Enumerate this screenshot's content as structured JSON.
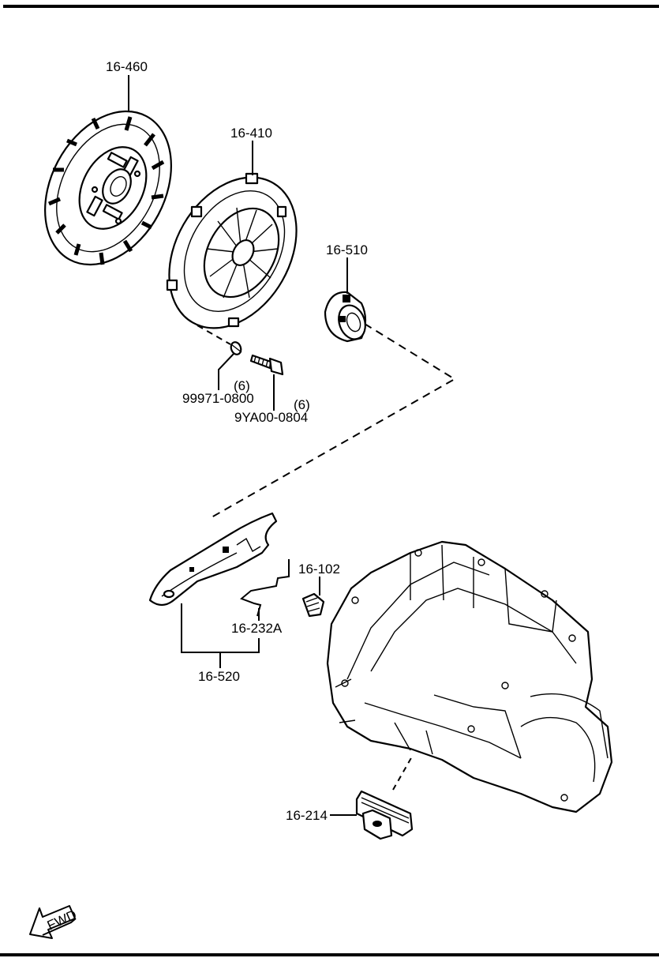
{
  "labels": {
    "disc": "16-460",
    "cover": "16-410",
    "bearing": "16-510",
    "washer_part": "99971-0800",
    "washer_qty": "(6)",
    "bolt_part": "9YA00-0804",
    "bolt_qty": "(6)",
    "pivot": "16-102",
    "spring": "16-232A",
    "fork_assembly": "16-520",
    "mount": "16-214",
    "fwd": "FWD"
  },
  "colors": {
    "line": "#000000",
    "background": "#ffffff"
  },
  "icons": {
    "direction": "fwd-arrow-icon"
  }
}
